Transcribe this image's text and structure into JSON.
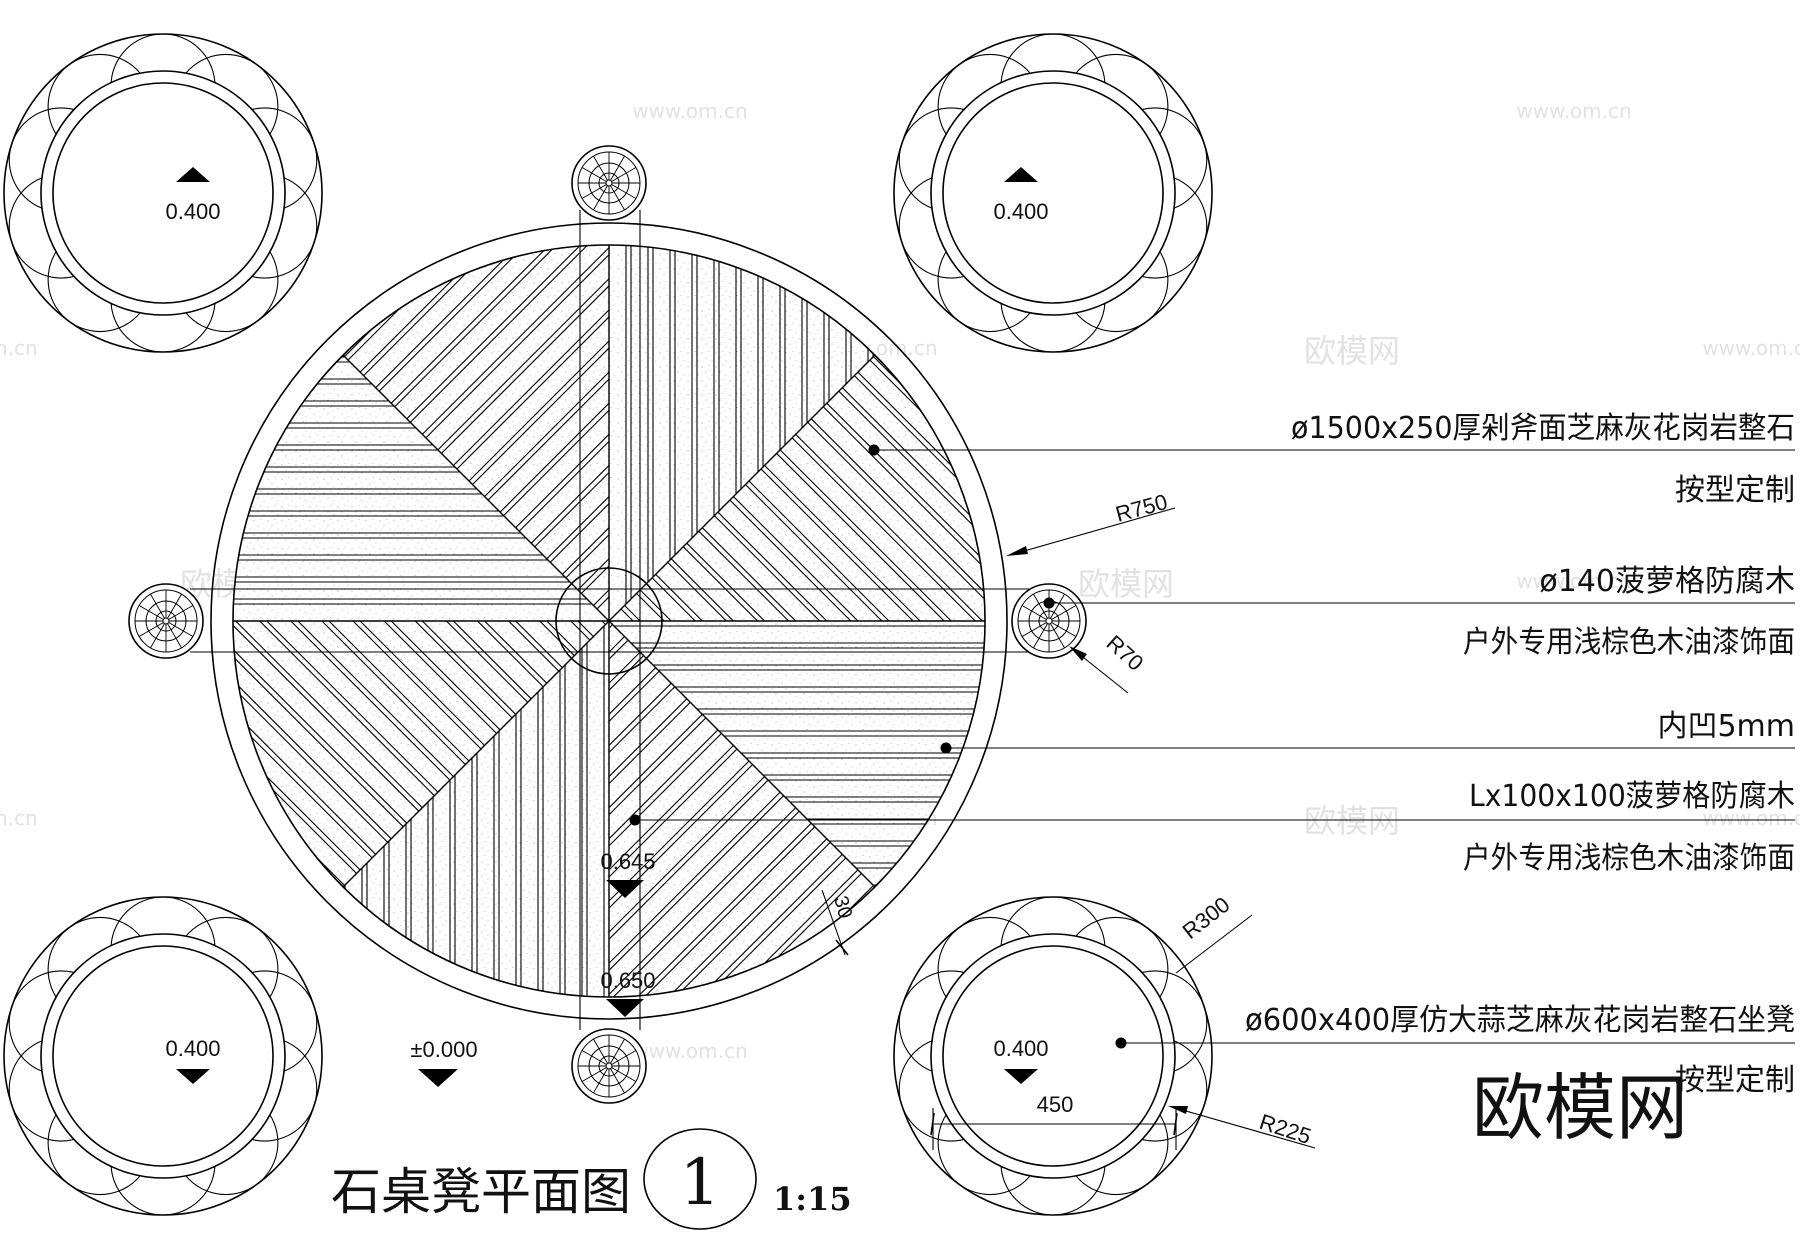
{
  "title": "石桌凳平面图",
  "drawing_number": "1",
  "scale": "1:15",
  "watermark": {
    "brand": "欧模网",
    "url": "www.om.cn",
    "logo_text": "欧模网"
  },
  "elevations": {
    "stool_top_left": "0.400",
    "stool_top_right": "0.400",
    "stool_bottom_left": "0.400",
    "stool_bottom_right": "0.400",
    "table_inner": "0.645",
    "table_top": "0.650",
    "ground": "±0.000"
  },
  "dimensions": {
    "table_radius": "R750",
    "post_radius": "R70",
    "stool_radius": "R300",
    "stool_inner_radius": "R225",
    "stool_width": "450",
    "border": "30"
  },
  "annotations": {
    "table_stone_line1": "ø1500x250厚剁斧面芝麻灰花岗岩整石",
    "table_stone_line2": "按型定制",
    "post_line1": "ø140菠萝格防腐木",
    "post_line2": "户外专用浅棕色木油漆饰面",
    "recess": "内凹5mm",
    "slat_line1": "Lx100x100菠萝格防腐木",
    "slat_line2": "户外专用浅棕色木油漆饰面",
    "stool_line1": "ø600x400厚仿大蒜芝麻灰花岗岩整石坐凳",
    "stool_line2": "按型定制"
  }
}
